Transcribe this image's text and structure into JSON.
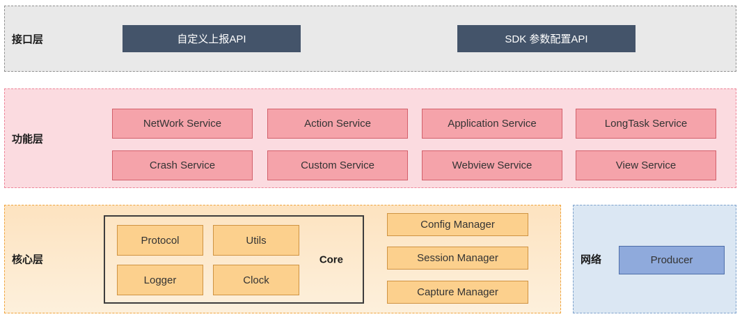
{
  "diagram": {
    "interface_layer": {
      "label": "接口层",
      "api_boxes": [
        "自定义上报API",
        "SDK 参数配置API"
      ]
    },
    "function_layer": {
      "label": "功能层",
      "services": [
        "NetWork Service",
        "Action Service",
        "Application Service",
        "LongTask Service",
        "Crash Service",
        "Custom Service",
        "Webview Service",
        "View Service"
      ]
    },
    "core_layer": {
      "label": "核心层",
      "core": {
        "title": "Core",
        "modules": [
          "Protocol",
          "Utils",
          "Logger",
          "Clock"
        ]
      },
      "managers": [
        "Config Manager",
        "Session Manager",
        "Capture Manager"
      ]
    },
    "network_layer": {
      "label": "网络",
      "producer": "Producer"
    }
  },
  "colors": {
    "interface_layer_bg": "#e9e9e9",
    "api_box_bg": "#44546a",
    "function_layer_bg": "#fbdbe0",
    "service_box_bg": "#f5a3aa",
    "service_box_border": "#d2606b",
    "core_layer_bg": "#fde3c0",
    "module_box_bg": "#fcd08d",
    "module_box_border": "#cf9342",
    "network_layer_bg": "#dbe7f3",
    "producer_box_bg": "#8faadc"
  }
}
